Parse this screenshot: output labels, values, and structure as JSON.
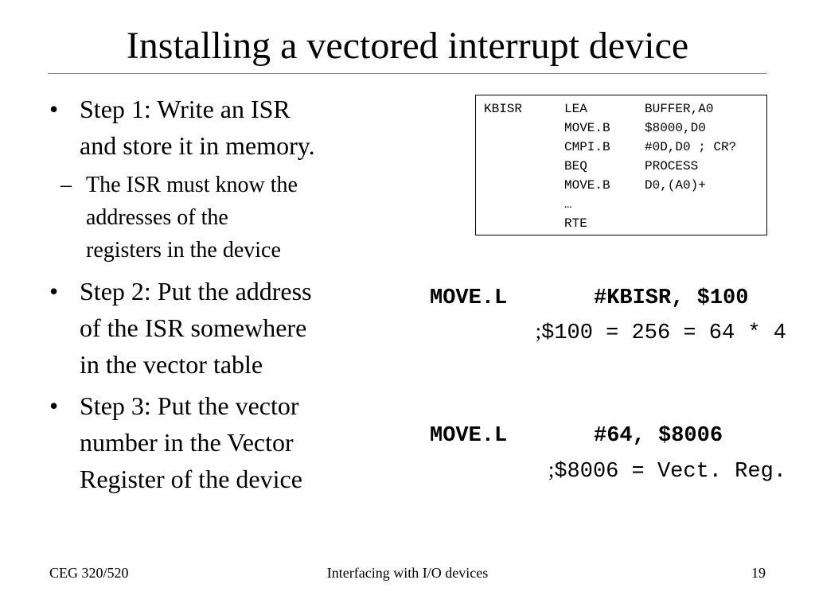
{
  "slide": {
    "title": "Installing a vectored interrupt device"
  },
  "bullets": [
    {
      "lines": [
        "Step 1:  Write an ISR",
        "and store it in memory."
      ],
      "sub": [
        "The ISR must know the",
        "addresses of the",
        "registers in the device"
      ]
    },
    {
      "lines": [
        "Step 2:  Put the address",
        "of the ISR somewhere",
        "in the vector table"
      ]
    },
    {
      "lines": [
        "Step 3:  Put the vector",
        "number in the Vector",
        "Register of the device"
      ]
    }
  ],
  "code_listing": [
    {
      "label": "KBISR",
      "op": "LEA",
      "args": "BUFFER,A0"
    },
    {
      "label": "",
      "op": "MOVE.B",
      "args": "$8000,D0"
    },
    {
      "label": "",
      "op": "CMPI.B",
      "args": "#0D,D0 ; CR?"
    },
    {
      "label": "",
      "op": "BEQ",
      "args": "PROCESS"
    },
    {
      "label": "",
      "op": "MOVE.B",
      "args": "D0,(A0)+"
    },
    {
      "label": "",
      "op": "…",
      "args": ""
    },
    {
      "label": "",
      "op": "RTE",
      "args": ""
    }
  ],
  "instructions": [
    {
      "op": "MOVE.L",
      "args": "#KBISR, $100",
      "comment_prefix": ";",
      "comment": "$100 = 256 = 64 * 4"
    },
    {
      "op": "MOVE.L",
      "args": "#64, $8006",
      "comment_prefix": ";",
      "comment": "$8006 = Vect. Reg."
    }
  ],
  "footer": {
    "left": "CEG 320/520",
    "center": "Interfacing with I/O devices",
    "page_number": "19"
  }
}
